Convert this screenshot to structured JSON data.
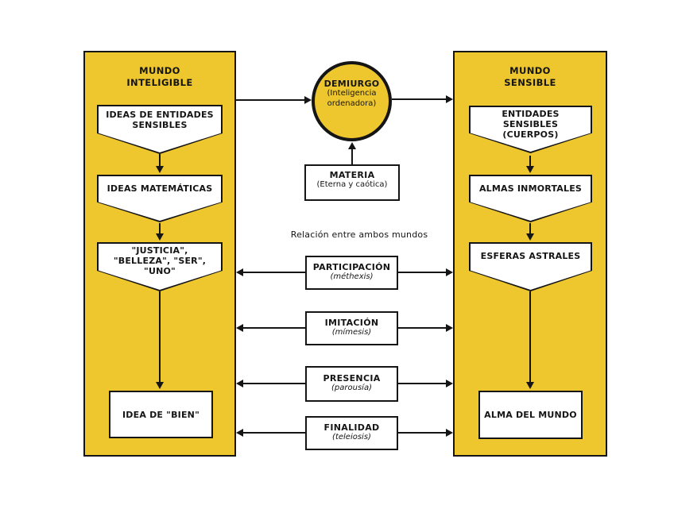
{
  "colors": {
    "panel_yellow": "#EEC72F",
    "outline_black": "#151515",
    "node_fill": "#FFFFFF",
    "background": "#FFFFFF"
  },
  "left_panel": {
    "title_lines": [
      "MUNDO",
      "INTELIGIBLE"
    ],
    "nodes": [
      {
        "lines": [
          "IDEAS DE ENTIDADES",
          "SENSIBLES"
        ]
      },
      {
        "lines": [
          "IDEAS MATEMÁTICAS"
        ]
      },
      {
        "lines": [
          "\"JUSTICIA\",",
          "\"BELLEZA\", \"SER\",",
          "\"UNO\""
        ]
      },
      {
        "lines": [
          "IDEA DE \"BIEN\""
        ]
      }
    ]
  },
  "right_panel": {
    "title_lines": [
      "MUNDO",
      "SENSIBLE"
    ],
    "nodes": [
      {
        "lines": [
          "ENTIDADES",
          "SENSIBLES",
          "(CUERPOS)"
        ]
      },
      {
        "lines": [
          "ALMAS INMORTALES"
        ]
      },
      {
        "lines": [
          "ESFERAS ASTRALES"
        ]
      },
      {
        "lines": [
          "ALMA DEL MUNDO"
        ]
      }
    ]
  },
  "center": {
    "demiurgo": {
      "title": "DEMIURGO",
      "subtitle_lines": [
        "(Inteligencia",
        "ordenadora)"
      ]
    },
    "materia": {
      "title": "MATERIA",
      "subtitle": "(Eterna y caótica)"
    },
    "relations_heading": "Relación entre ambos mundos",
    "relations": [
      {
        "title": "PARTICIPACIÓN",
        "subtitle": "(méthexis)"
      },
      {
        "title": "IMITACIÓN",
        "subtitle": "(mímesis)"
      },
      {
        "title": "PRESENCIA",
        "subtitle": "(parousía)"
      },
      {
        "title": "FINALIDAD",
        "subtitle": "(teleiosis)"
      }
    ]
  }
}
